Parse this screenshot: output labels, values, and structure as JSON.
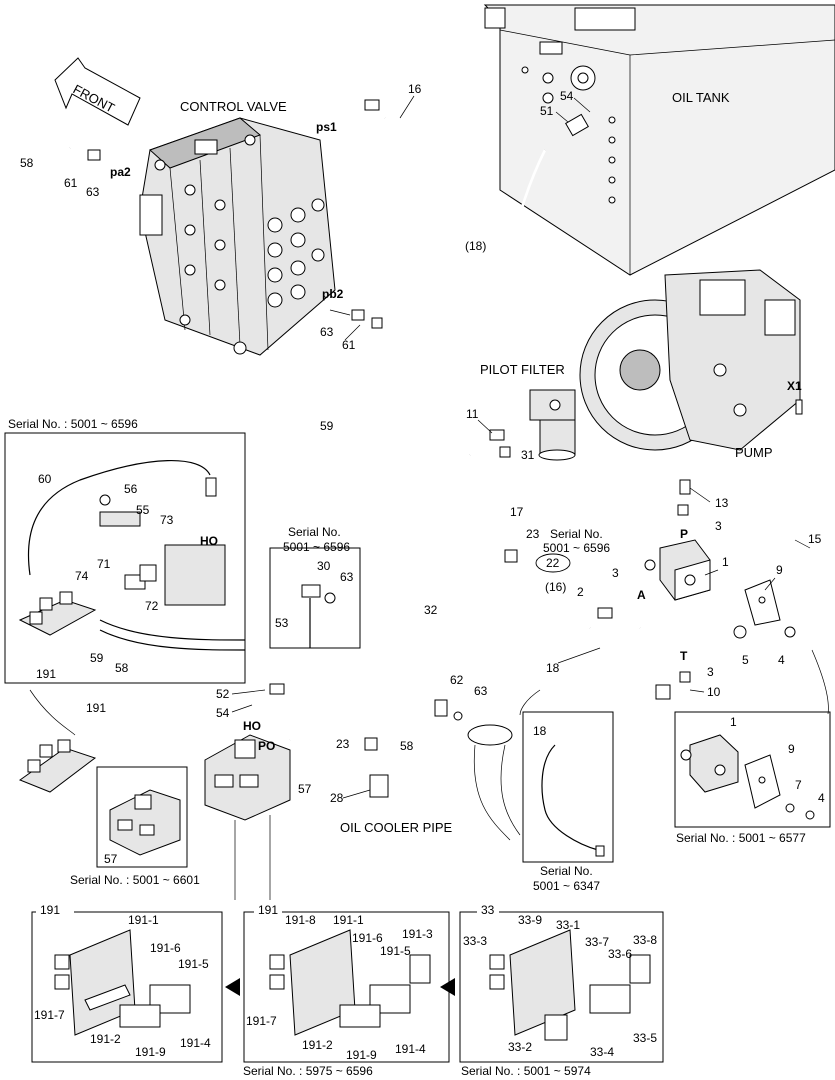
{
  "labels": {
    "front": "FRONT",
    "control_valve": "CONTROL VALVE",
    "oil_tank": "OIL TANK",
    "pilot_filter": "PILOT FILTER",
    "pump": "PUMP",
    "oil_cooler_pipe": "OIL COOLER PIPE",
    "ports": {
      "ps1": "ps1",
      "pa2": "pa2",
      "pb2": "pb2",
      "x1": "X1",
      "p": "P",
      "a": "A",
      "t": "T",
      "ho1": "HO",
      "ho2": "HO",
      "po": "PO"
    }
  },
  "part_numbers": {
    "n16": "16",
    "n58": "58",
    "n61a": "61",
    "n63a": "63",
    "n54a": "54",
    "n51": "51",
    "n18p": "(18)",
    "n63b": "63",
    "n61b": "61",
    "n59": "59",
    "n11": "11",
    "n31": "31",
    "n13": "13",
    "n3a": "3",
    "n17": "17",
    "n23a": "23",
    "n22": "22",
    "n16p": "(16)",
    "n3b": "3",
    "n2": "2",
    "n1": "1",
    "n9": "9",
    "n15": "15",
    "n5": "5",
    "n4": "4",
    "n3c": "3",
    "n10": "10",
    "n18": "18",
    "n32": "32",
    "n62": "62",
    "n63c": "63",
    "n52": "52",
    "n54b": "54",
    "n23b": "23",
    "n58b": "58",
    "n28": "28",
    "n57": "57",
    "n30": "30",
    "n63d": "63",
    "n53": "53",
    "in_60": "60",
    "in_56": "56",
    "in_55": "55",
    "in_73": "73",
    "in_71": "71",
    "in_74": "74",
    "in_72": "72",
    "in_59": "59",
    "in_58": "58",
    "in_191": "191",
    "free_191": "191",
    "ins57_57": "57",
    "ins18_18": "18",
    "insr_1": "1",
    "insr_9": "9",
    "insr_7": "7",
    "insr_4": "4"
  },
  "serials": {
    "left_box": "Serial No. : 5001 ~ 6596",
    "mid_box_line1": "Serial No.",
    "mid_box_line2": "5001 ~ 6596",
    "serial_22_line1": "Serial No.",
    "serial_22_line2": "5001 ~ 6596",
    "valve_box": "Serial No. : 5001 ~ 6601",
    "hose18_line1": "Serial No.",
    "hose18_line2": "5001 ~ 6347",
    "right_box": "Serial No. : 5001 ~ 6577",
    "bottom_mid": "Serial No. : 5975 ~ 6596",
    "bottom_right": "Serial No. : 5001 ~ 5974"
  },
  "bottom_panels": [
    {
      "title": "191",
      "items": [
        "191-1",
        "191-6",
        "191-5",
        "191-7",
        "191-2",
        "191-9",
        "191-4"
      ]
    },
    {
      "title": "191",
      "items": [
        "191-8",
        "191-1",
        "191-6",
        "191-3",
        "191-5",
        "191-7",
        "191-2",
        "191-9",
        "191-4"
      ]
    },
    {
      "title": "33",
      "items": [
        "33-9",
        "33-1",
        "33-3",
        "33-7",
        "33-8",
        "33-6",
        "33-2",
        "33-4",
        "33-5"
      ]
    }
  ]
}
